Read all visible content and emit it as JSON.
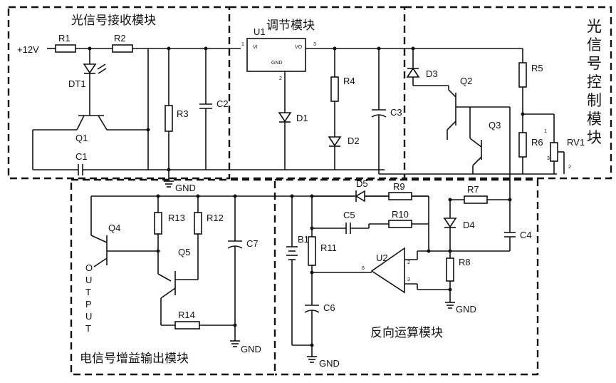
{
  "modules": {
    "optical_receive": "光信号接收模块",
    "adjust": "调节模块",
    "optical_control": [
      "光",
      "信",
      "号",
      "控",
      "制",
      "模",
      "块"
    ],
    "gain_output": "电信号增益输出模块",
    "inverse_op": "反向运算模块"
  },
  "labels": {
    "vcc": "+12V",
    "r1": "R1",
    "r2": "R2",
    "r3": "R3",
    "r4": "R4",
    "r5": "R5",
    "r6": "R6",
    "r7": "R7",
    "r8": "R8",
    "r9": "R9",
    "r10": "R10",
    "r11": "R11",
    "r12": "R12",
    "r13": "R13",
    "r14": "R14",
    "c1": "C1",
    "c2": "C2",
    "c3": "C3",
    "c4": "C4",
    "c5": "C5",
    "c6": "C6",
    "c7": "C7",
    "d1": "D1",
    "d2": "D2",
    "d3": "D3",
    "d4": "D4",
    "d5": "D5",
    "dt1": "DT1",
    "q1": "Q1",
    "q2": "Q2",
    "q3": "Q3",
    "q4": "Q4",
    "q5": "Q5",
    "u1": "U1",
    "u2": "U2",
    "b1": "B1",
    "rv1": "RV1",
    "u1_vi": "VI",
    "u1_vo": "VO",
    "u1_gnd": "GND",
    "u1_pin1": "1",
    "u1_pin2": "2",
    "u1_pin3": "3",
    "u2_pin2": "2",
    "u2_pin3": "3",
    "u2_pin6": "6",
    "rv1_pin1": "1",
    "rv1_pin2": "2",
    "rv1_pin3": "3",
    "gnd": "GND",
    "output": [
      "O",
      "U",
      "T",
      "P",
      "U",
      "T"
    ]
  }
}
